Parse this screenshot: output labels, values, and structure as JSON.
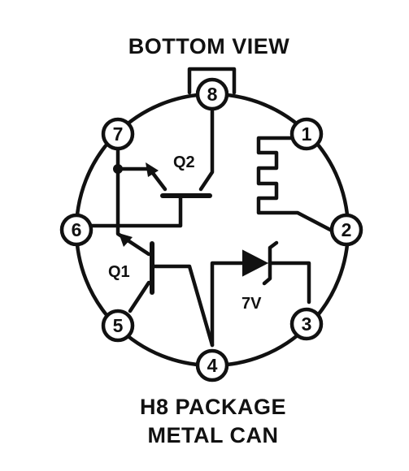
{
  "title": "BOTTOM VIEW",
  "package": {
    "line1": "H8 PACKAGE",
    "line2": "METAL CAN"
  },
  "pins": [
    "1",
    "2",
    "3",
    "4",
    "5",
    "6",
    "7",
    "8"
  ],
  "components": {
    "q1": "Q1",
    "q2": "Q2",
    "zener": "7V"
  },
  "colors": {
    "ink": "#111111",
    "background": "#ffffff"
  }
}
